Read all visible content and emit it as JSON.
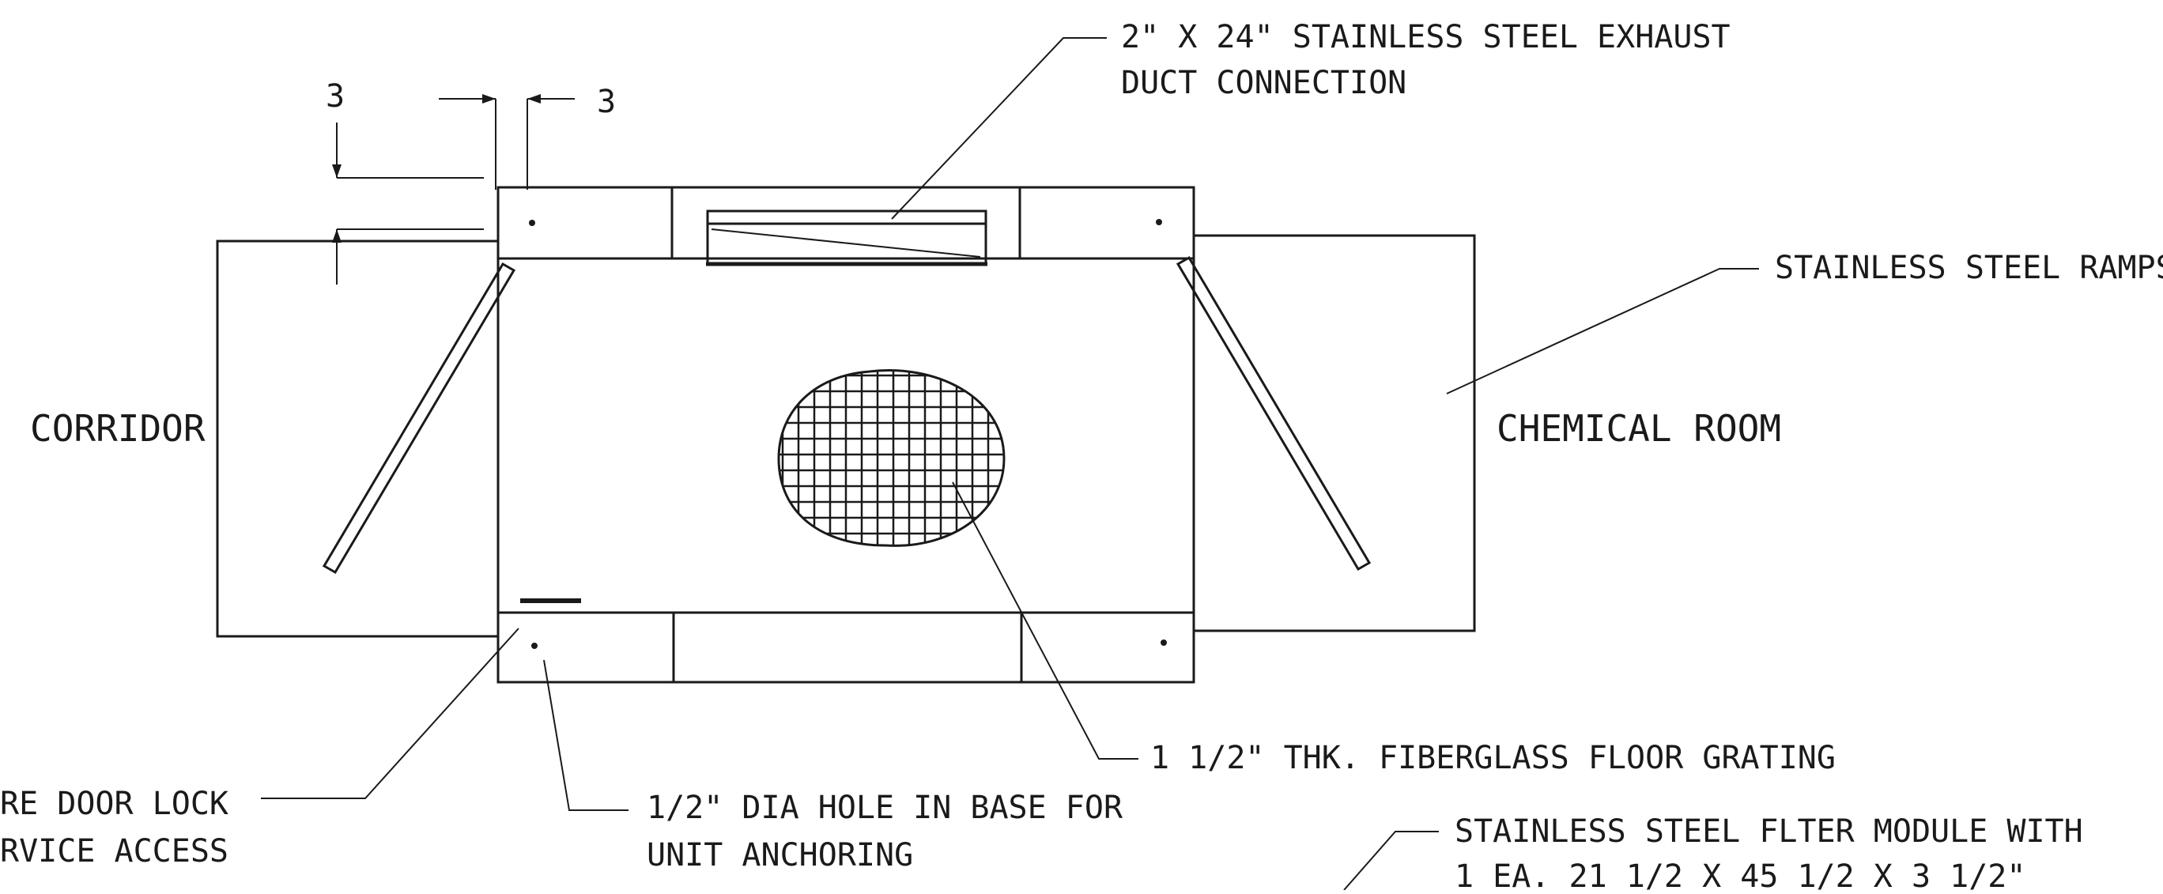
{
  "labels": {
    "duct_line1": "2\" X 24\" STAINLESS STEEL EXHAUST",
    "duct_line2": "DUCT CONNECTION",
    "ramps": "STAINLESS STEEL RAMPS",
    "corridor": "CORRIDOR",
    "chemical_room": "CHEMICAL ROOM",
    "door_lock_line1": "RE DOOR LOCK",
    "door_lock_line2": "RVICE ACCESS",
    "hole_line1": "1/2\" DIA HOLE IN BASE FOR",
    "hole_line2": "UNIT ANCHORING",
    "grating": "1 1/2\" THK. FIBERGLASS FLOOR GRATING",
    "filter_line1": "STAINLESS STEEL FLTER MODULE WITH",
    "filter_line2": "1 EA. 21 1/2 X 45 1/2 X 3 1/2\""
  },
  "dimensions": {
    "vertical": "3",
    "horizontal": "3"
  }
}
